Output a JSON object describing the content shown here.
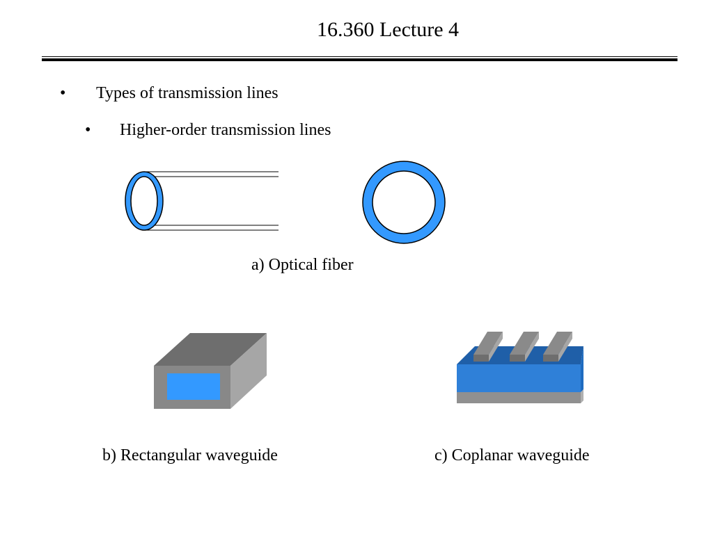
{
  "slide": {
    "title": "16.360 Lecture 4",
    "bullet_glyph": "•",
    "bullets": [
      {
        "text": "Types of transmission lines"
      },
      {
        "text": "Higher-order transmission lines"
      }
    ]
  },
  "captions": {
    "optical_fiber": "a) Optical fiber",
    "rectangular_waveguide": "b) Rectangular waveguide",
    "coplanar_waveguide": "c) Coplanar waveguide"
  },
  "colors": {
    "blue": "#3399ff",
    "dark_blue": "#1f5fa8",
    "gray_dark": "#6e6e6e",
    "gray_mid": "#888888",
    "gray_light": "#a6a6a6"
  }
}
